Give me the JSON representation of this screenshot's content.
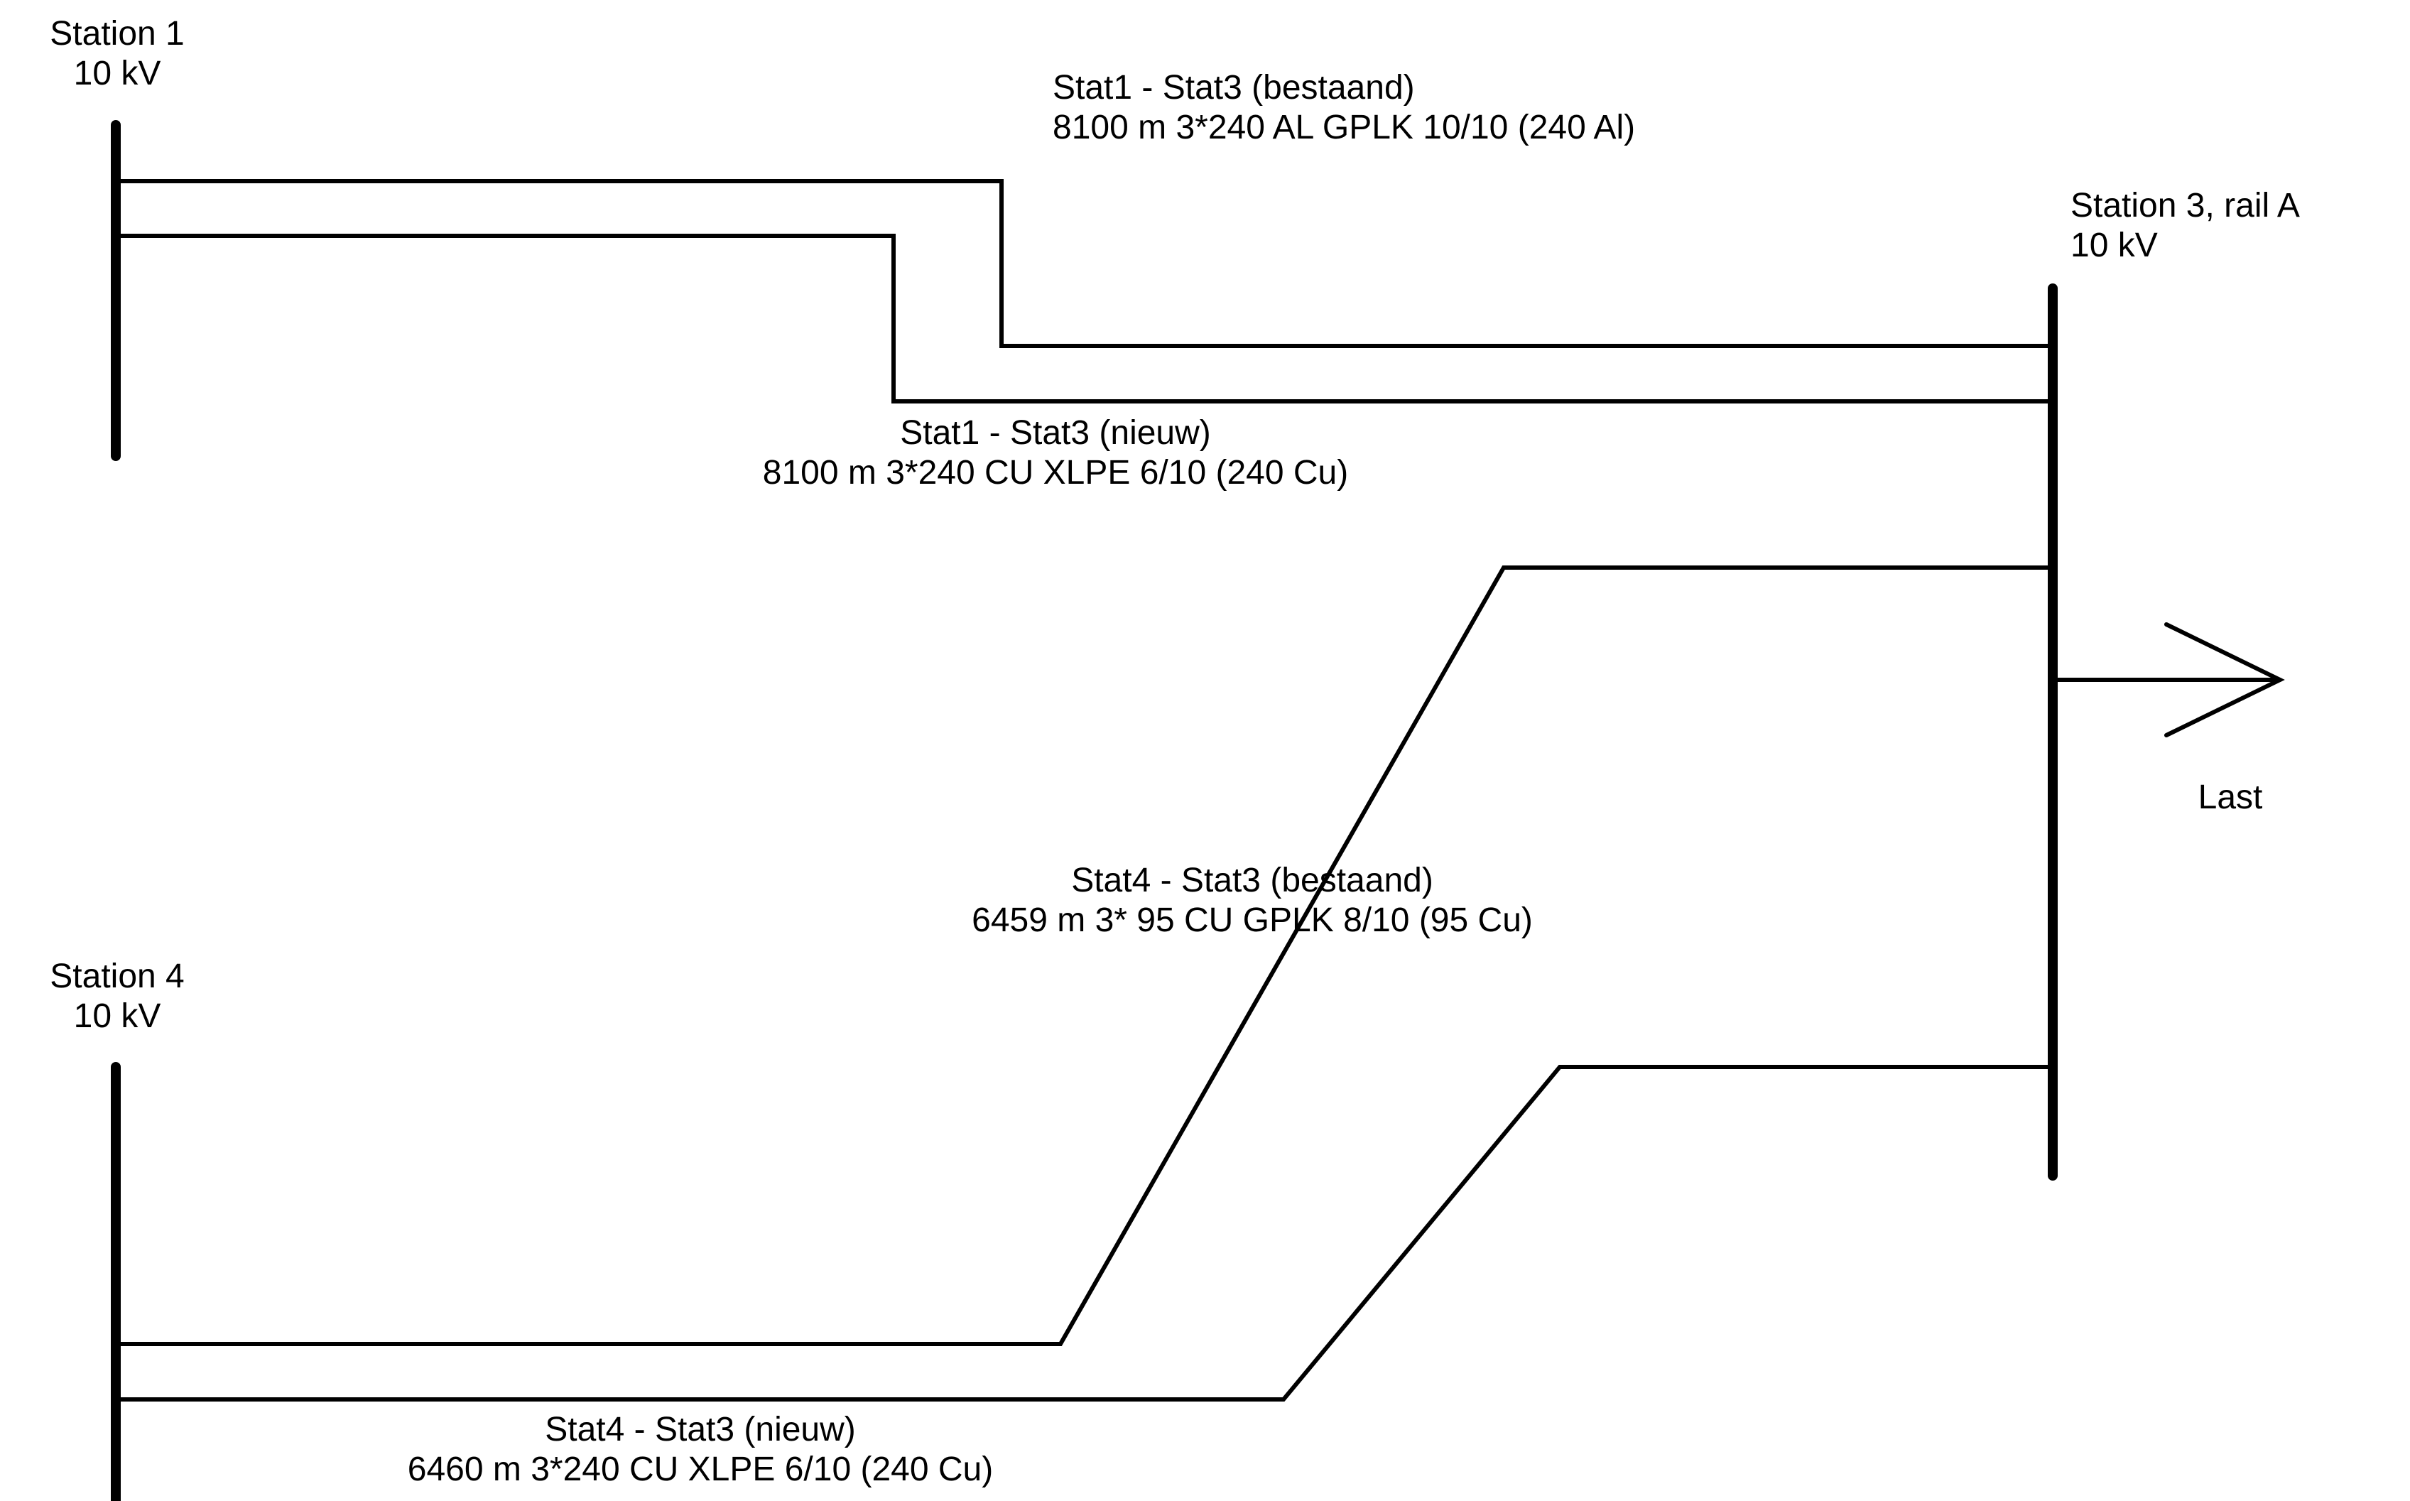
{
  "diagram": {
    "colors": {
      "line": "#000000",
      "background": "#ffffff"
    },
    "stations": {
      "s1": {
        "name": "Station 1",
        "voltage": "10 kV"
      },
      "s3": {
        "name": "Station 3, rail A",
        "voltage": "10 kV"
      },
      "s4": {
        "name": "Station 4",
        "voltage": "10 kV"
      }
    },
    "load": {
      "label": "Last"
    },
    "cables": {
      "c13_existing": {
        "title": "Stat1 - Stat3 (bestaand)",
        "spec": "8100 m 3*240 AL GPLK  10/10 (240 Al)"
      },
      "c13_new": {
        "title": "Stat1 - Stat3 (nieuw)",
        "spec": "8100 m 3*240 CU XLPE   6/10 (240 Cu)"
      },
      "c43_existing": {
        "title": "Stat4 - Stat3 (bestaand)",
        "spec": "6459 m 3* 95 CU GPLK   8/10 (95 Cu)"
      },
      "c43_new": {
        "title": "Stat4 - Stat3 (nieuw)",
        "spec": "6460 m 3*240 CU XLPE   6/10 (240 Cu)"
      }
    }
  }
}
